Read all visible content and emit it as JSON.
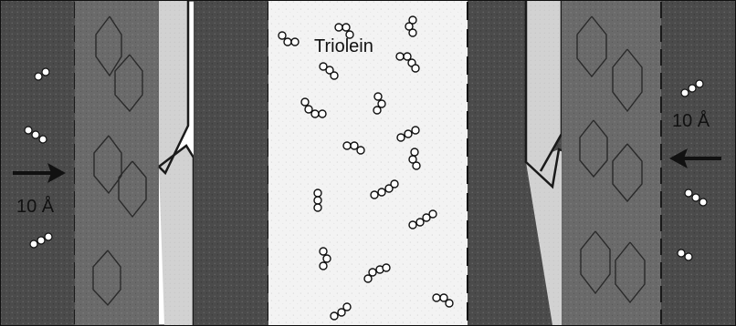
{
  "center_label": "Triolein",
  "left_spacing_label": "10 Å",
  "right_spacing_label": "10 Å",
  "colors": {
    "outer_panel": "#4b4b4b",
    "membrane_band": "#6a6a6a",
    "light_strip": "#cfcfcf",
    "center_bg": "#f2f2f2",
    "border": "#111111",
    "molecule_white": "#ffffff"
  },
  "icons": [
    "left-arrow-icon",
    "right-arrow-icon",
    "triolein-molecule-icon",
    "molecule-pair-icon"
  ]
}
